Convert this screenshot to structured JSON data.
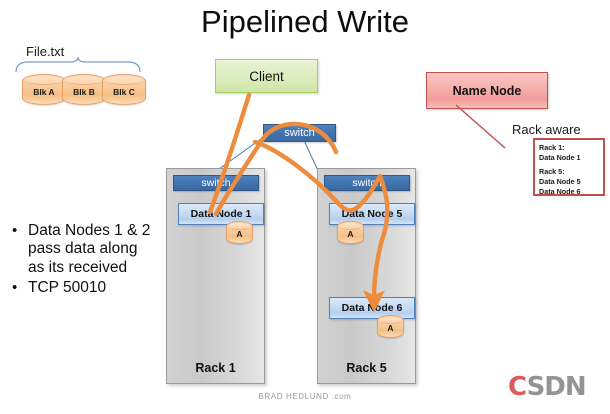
{
  "title": "Pipelined Write",
  "file_group": {
    "label": "File.txt",
    "blocks": [
      "Blk A",
      "Blk B",
      "Blk C"
    ]
  },
  "client": {
    "label": "Client"
  },
  "name_node": {
    "label": "Name Node"
  },
  "rack_aware": {
    "label": "Rack aware",
    "entries": [
      {
        "rack": "Rack 1:",
        "nodes": [
          "Data Node 1"
        ]
      },
      {
        "rack": "Rack 5:",
        "nodes": [
          "Data Node 5",
          "Data Node 6"
        ]
      }
    ]
  },
  "top_switch": {
    "label": "switch"
  },
  "racks": [
    {
      "name": "Rack 1",
      "switch_label": "switch",
      "nodes": [
        {
          "label": "Data Node 1",
          "disk": "A"
        }
      ]
    },
    {
      "name": "Rack 5",
      "switch_label": "switch",
      "nodes": [
        {
          "label": "Data Node 5",
          "disk": "A"
        },
        {
          "label": "Data Node 6",
          "disk": "A"
        }
      ]
    }
  ],
  "bullets": [
    "Data Nodes 1 & 2 pass data along as its received",
    "TCP 50010"
  ],
  "bullet_marker": "•",
  "footer": "BRAD HEDLUND .com",
  "watermark": {
    "first": "C",
    "rest": "SDN"
  },
  "colors": {
    "client_fill": "#dcedc0",
    "client_border": "#a9cf5c",
    "name_node_fill": "#f6b0ad",
    "name_node_border": "#c0504d",
    "switch_fill": "#4f81bd",
    "datanode_fill": "#c7dcf3",
    "disk_fill": "#f8cb9c",
    "rack_fill": "#cfcfcf",
    "arrow": "#ed8c3c",
    "link_line": "#4472a8",
    "watermark_red": "#d94f4f",
    "watermark_gray": "#8c8c8c"
  }
}
